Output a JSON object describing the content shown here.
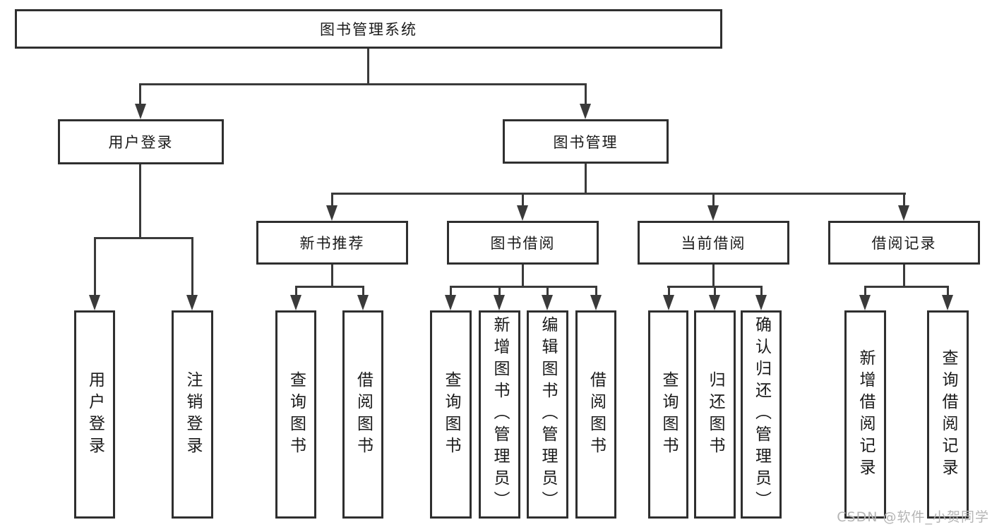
{
  "title": "图书管理系统",
  "colors": {
    "line": "#3a3a3a",
    "border": "#2f2f2f",
    "text": "#1a1a1a",
    "watermark": "#b5b5b5"
  },
  "nodes": {
    "root": "图书管理系统",
    "user_login": "用户登录",
    "book_mgmt": "图书管理",
    "new_book_rec": "新书推荐",
    "book_borrow": "图书借阅",
    "current_borrow": "当前借阅",
    "borrow_record": "借阅记录",
    "leaf_user_login": "用户登录",
    "leaf_logout": "注销登录",
    "leaf_query_book_rec": "查询图书",
    "leaf_borrow_book_rec": "借阅图书",
    "leaf_query_book_borrow": "查询图书",
    "leaf_add_book_admin": "新增图书（管理员）",
    "leaf_edit_book_admin": "编辑图书（管理员）",
    "leaf_borrow_book_borrow": "借阅图书",
    "leaf_query_book_current": "查询图书",
    "leaf_return_book": "归还图书",
    "leaf_confirm_return_admin": "确认归还（管理员）",
    "leaf_add_borrow_record": "新增借阅记录",
    "leaf_query_borrow_record": "查询借阅记录"
  },
  "watermark": "CSDN @软件_小贺同学"
}
